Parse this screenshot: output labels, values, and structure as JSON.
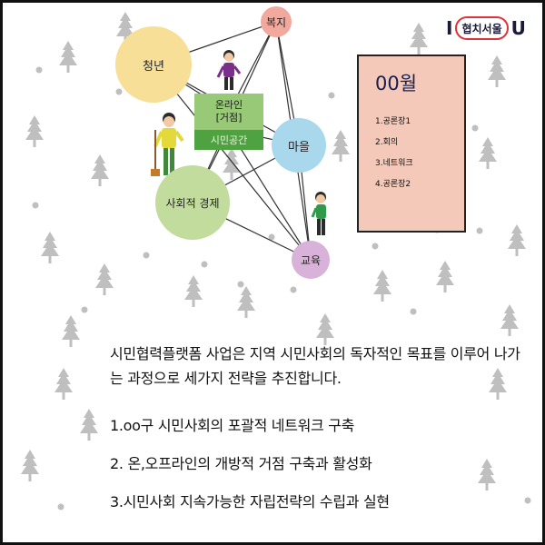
{
  "logo": {
    "left": "I",
    "middle": "협치서울",
    "right": "U"
  },
  "diagram": {
    "nodes": {
      "youth": "청년",
      "welfare": "복지",
      "village": "마을",
      "social_economy": "사회적 경제",
      "education": "교육"
    },
    "hub": {
      "line1": "온라인",
      "line2": "[거점]",
      "line3": "시민공간"
    }
  },
  "schedule": {
    "title": "00월",
    "items": [
      "1.공론장1",
      "2.회의",
      "3.네트워크",
      "4.공론장2"
    ]
  },
  "description": "시민협력플랫폼 사업은 지역 시민사회의 독자적인 목표를 이루어 나가는 과정으로 세가지 전략을 추진합니다.",
  "strategies": [
    "1.oo구 시민사회의 포괄적 네트워크 구축",
    "2. 온,오프라인의 개방적 거점 구축과 활성화",
    "3.시민사회 지속가능한 자립전략의 수립과 실현"
  ],
  "colors": {
    "youth": "#f7df98",
    "welfare": "#f1a99e",
    "village": "#a9d8ec",
    "social_economy": "#c2dc9e",
    "education": "#d8b2d8",
    "hub_light": "#97c977",
    "hub_dark": "#4ea23f",
    "schedule_box": "#f4c9ba",
    "tree": "#bfbfbf",
    "logo_accent": "#e0323a"
  }
}
